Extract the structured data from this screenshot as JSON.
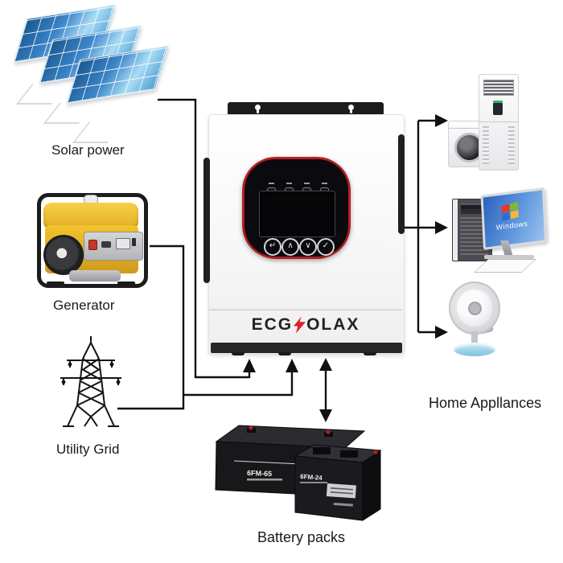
{
  "labels": {
    "solar": "Solar power",
    "generator": "Generator",
    "utility_grid": "Utility Grid",
    "home_appliances": "Home Appllances",
    "battery_packs": "Battery packs"
  },
  "inverter": {
    "brand_prefix": "ECG",
    "brand_suffix": "OLAX",
    "buttons": [
      "↵",
      "∧",
      "∨",
      "✓"
    ]
  },
  "appliances": {
    "computer_screen_text": "Windows"
  },
  "batteries": [
    {
      "model": "6FM-65"
    },
    {
      "model": "6FM-24"
    }
  ],
  "colors": {
    "accent_red": "#d9232a",
    "line_black": "#111111",
    "panel_blue": "#3c85c8"
  }
}
